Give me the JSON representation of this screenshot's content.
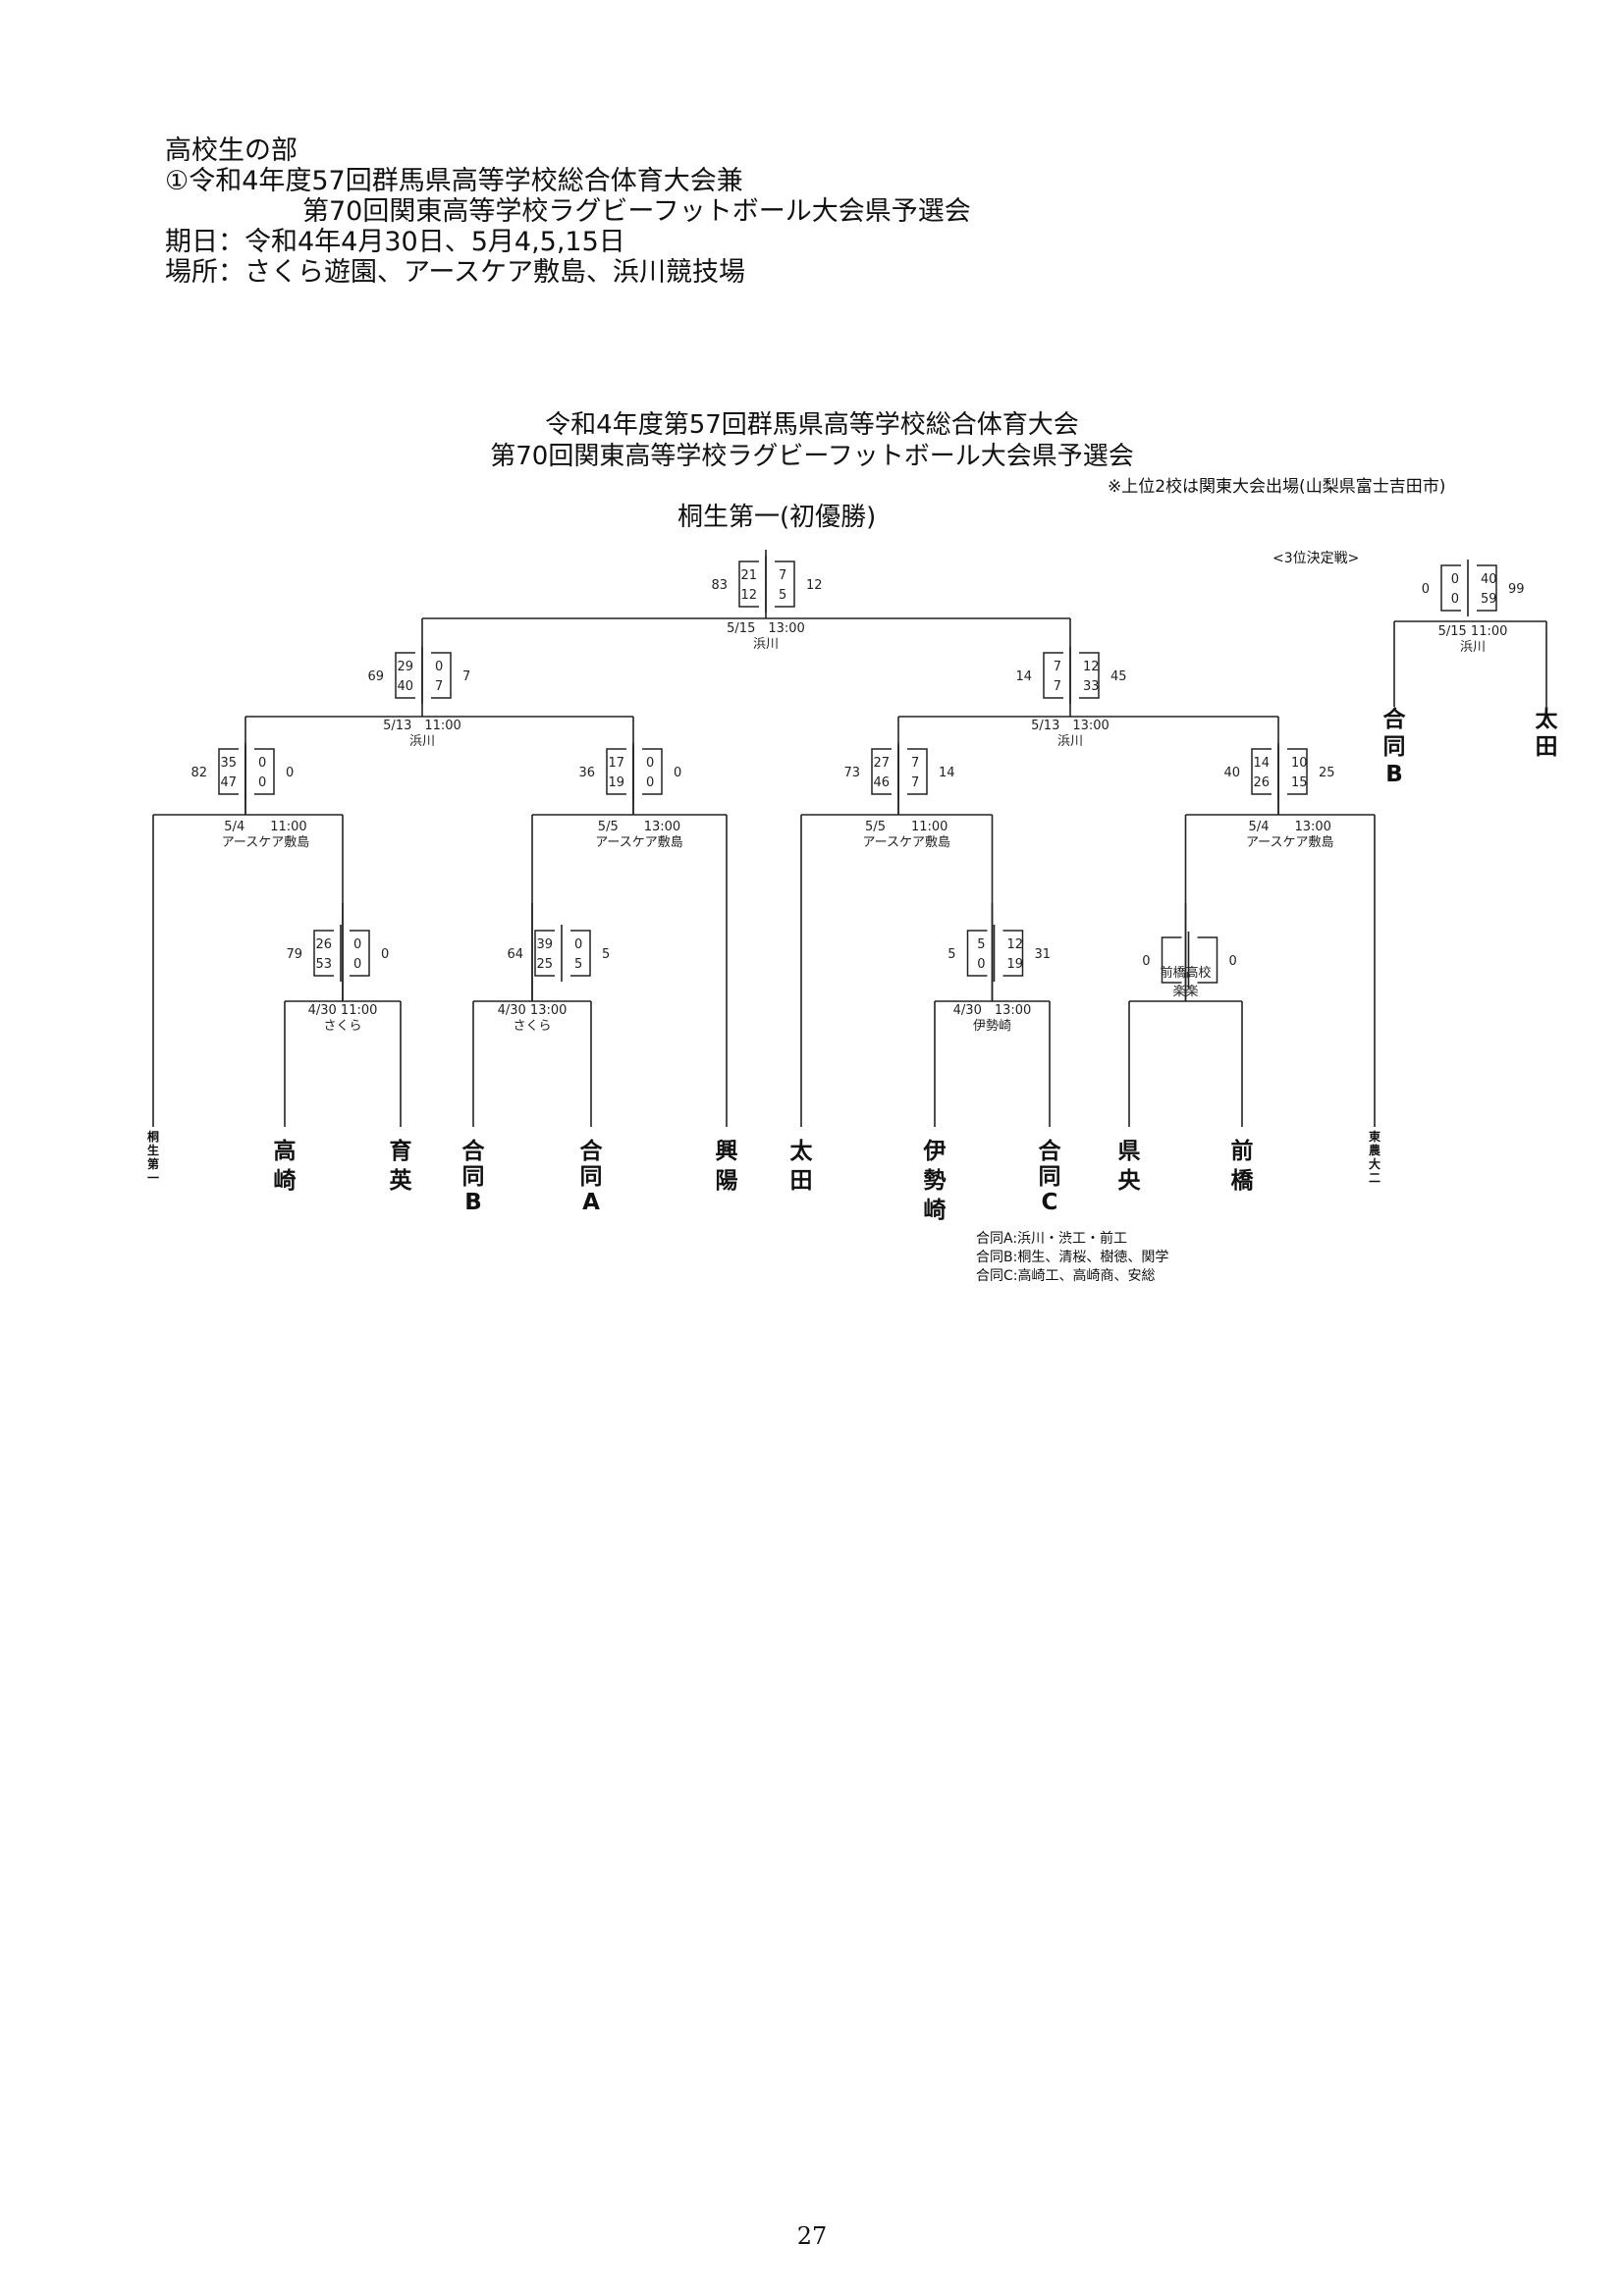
{
  "header": {
    "division": "高校生の部",
    "event_line1": "①令和4年度57回群馬県高等学校総合体育大会兼",
    "event_line2": "第70回関東高等学校ラグビーフットボール大会県予選会",
    "date_line": "期日：令和4年4月30日、5月4,5,15日",
    "venue_line": "場所：さくら遊園、アースケア敷島、浜川競技場"
  },
  "bracket": {
    "title_line1": "令和4年度第57回群馬県高等学校総合体育大会",
    "title_line2": "第70回関東高等学校ラグビーフットボール大会県予選会",
    "note": "※上位2校は関東大会出場(山梨県富士吉田市)",
    "champion": "桐生第一(初優勝)",
    "third_place_label": "<3位決定戦>",
    "teams": {
      "t1": [
        "桐",
        "生",
        "第",
        "一"
      ],
      "t2": [
        "高",
        "崎"
      ],
      "t3": [
        "育",
        "英"
      ],
      "t4": [
        "合",
        "同",
        "B"
      ],
      "t5": [
        "合",
        "同",
        "A"
      ],
      "t6": [
        "興",
        "陽"
      ],
      "t7": [
        "太",
        "田"
      ],
      "t8": [
        "伊",
        "勢",
        "崎"
      ],
      "t9": [
        "合",
        "同",
        "C"
      ],
      "t10": [
        "県",
        "央"
      ],
      "t11": [
        "前",
        "橋"
      ],
      "t12": [
        "東",
        "農",
        "大",
        "二"
      ],
      "tp_left": [
        "合",
        "同",
        "B"
      ],
      "tp_right": [
        "太",
        "田"
      ]
    },
    "matches": {
      "final": {
        "info": "5/15　13:00",
        "venue": "浜川",
        "left_total": "83",
        "left_halves": [
          "21",
          "12"
        ],
        "right_halves": [
          "7",
          "5"
        ],
        "right_total": "12"
      },
      "sf_left": {
        "info": "5/13　11:00",
        "venue": "浜川",
        "left_total": "69",
        "left_halves": [
          "29",
          "40"
        ],
        "right_halves": [
          "0",
          "7"
        ],
        "right_total": "7"
      },
      "sf_right": {
        "info": "5/13　13:00",
        "venue": "浜川",
        "left_total": "14",
        "left_halves": [
          "7",
          "7"
        ],
        "right_halves": [
          "12",
          "33"
        ],
        "right_total": "45"
      },
      "qf1": {
        "info": "5/4　　11:00",
        "venue": "アースケア敷島",
        "left_total": "82",
        "left_halves": [
          "35",
          "47"
        ],
        "right_halves": [
          "0",
          "0"
        ],
        "right_total": "0"
      },
      "qf2": {
        "info": "5/5　　13:00",
        "venue": "アースケア敷島",
        "left_total": "36",
        "left_halves": [
          "17",
          "19"
        ],
        "right_halves": [
          "0",
          "0"
        ],
        "right_total": "0"
      },
      "qf3": {
        "info": "5/5　　11:00",
        "venue": "アースケア敷島",
        "left_total": "73",
        "left_halves": [
          "27",
          "46"
        ],
        "right_halves": [
          "7",
          "7"
        ],
        "right_total": "14"
      },
      "qf4": {
        "info": "5/4　　13:00",
        "venue": "アースケア敷島",
        "left_total": "40",
        "left_halves": [
          "14",
          "26"
        ],
        "right_halves": [
          "10",
          "15"
        ],
        "right_total": "25"
      },
      "r1a": {
        "info": "4/30 11:00",
        "venue": "さくら",
        "left_total": "79",
        "left_halves": [
          "26",
          "53"
        ],
        "right_halves": [
          "0",
          "0"
        ],
        "right_total": "0"
      },
      "r1b": {
        "info": "4/30 13:00",
        "venue": "さくら",
        "left_total": "64",
        "left_halves": [
          "39",
          "25"
        ],
        "right_halves": [
          "0",
          "5"
        ],
        "right_total": "5"
      },
      "r1c": {
        "info": "4/30　13:00",
        "venue": "伊勢崎",
        "left_total": "5",
        "left_halves": [
          "5",
          "0"
        ],
        "right_halves": [
          "12",
          "19"
        ],
        "right_total": "31"
      },
      "r1d": {
        "info": "",
        "venue": "前橋高校",
        "venue2": "楽楽",
        "left_total": "0",
        "left_halves": [
          "",
          ""
        ],
        "right_halves": [
          "",
          ""
        ],
        "right_total": "0"
      },
      "third": {
        "info": "5/15 11:00",
        "venue": "浜川",
        "left_total": "0",
        "left_halves": [
          "0",
          "0"
        ],
        "right_halves": [
          "40",
          "59"
        ],
        "right_total": "99"
      }
    },
    "legend": [
      "合同A:浜川・渋工・前工",
      "合同B:桐生、清桜、樹徳、関学",
      "合同C:高崎工、高崎商、安総"
    ]
  },
  "page_number": "27"
}
